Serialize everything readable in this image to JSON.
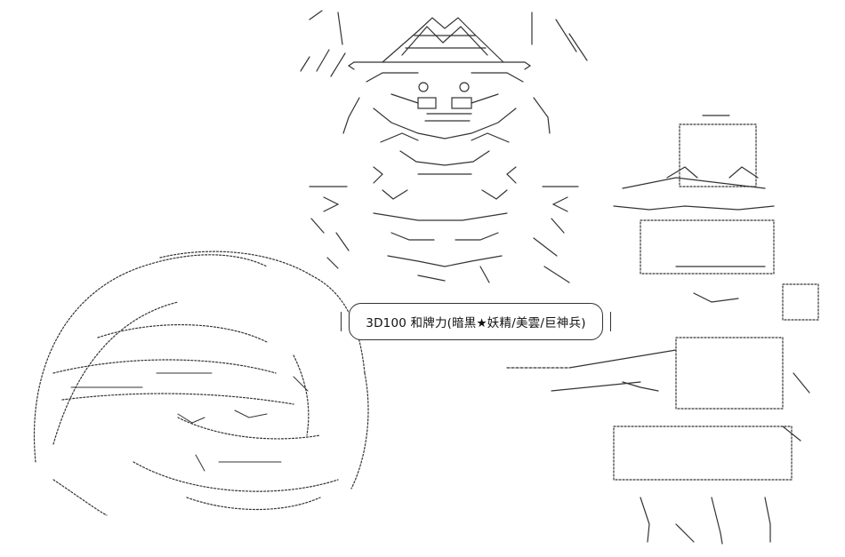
{
  "caption": {
    "text": "3D100 和牌力(暗黒★妖精/美雲/巨神兵)"
  },
  "figures": [
    {
      "name": "horned-demon-figure"
    },
    {
      "name": "crouching-creature-figure"
    },
    {
      "name": "pointing-character-figure"
    }
  ],
  "colors": {
    "background": "#ffffff",
    "ink": "#222222"
  }
}
